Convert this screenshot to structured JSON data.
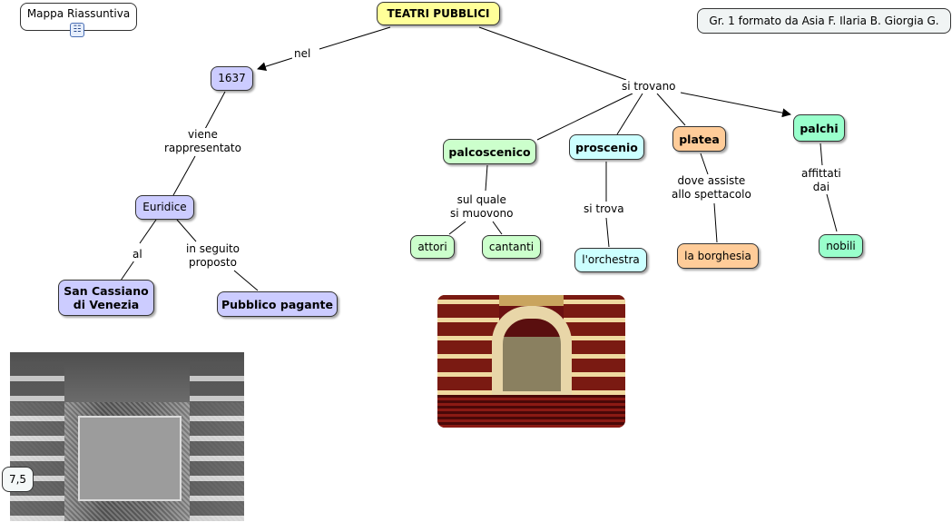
{
  "map": {
    "title_node": "TEATRI PUBBLICI",
    "top_left_node": "Mappa Riassuntiva",
    "top_left_icon": "submap-icon",
    "credits_node": "Gr. 1 formato da Asia F. Ilaria B. Giorgia G.",
    "score_node": "7,5",
    "concepts": {
      "year": "1637",
      "euridice": "Euridice",
      "san_cassiano": "San Cassiano\ndi Venezia",
      "pubblico": "Pubblico pagante",
      "palcoscenico": "palcoscenico",
      "proscenio": "proscenio",
      "platea": "platea",
      "palchi": "palchi",
      "attori": "attori",
      "cantanti": "cantanti",
      "orchestra": "l'orchestra",
      "borghesia": "la borghesia",
      "nobili": "nobili"
    },
    "links": {
      "nel": "nel",
      "viene_rappresentato": "viene\nrappresentato",
      "al": "al",
      "in_seguito": "in seguito\nproposto",
      "si_trovano": "si trovano",
      "sul_quale": "sul quale\nsi muovono",
      "si_trova": "si trova",
      "dove_assiste": "dove assiste\nallo spettacolo",
      "affittati": "affittati\ndai"
    },
    "images": {
      "old_theatre": "engraving of historic theatre interior",
      "modern_theatre": "photo of opera house interior"
    },
    "colors": {
      "title": "#ffff99",
      "blue": "#ccccff",
      "green": "#ccffcc",
      "cyan": "#ccffff",
      "orange": "#ffcc99",
      "mint": "#99ffcc"
    }
  }
}
